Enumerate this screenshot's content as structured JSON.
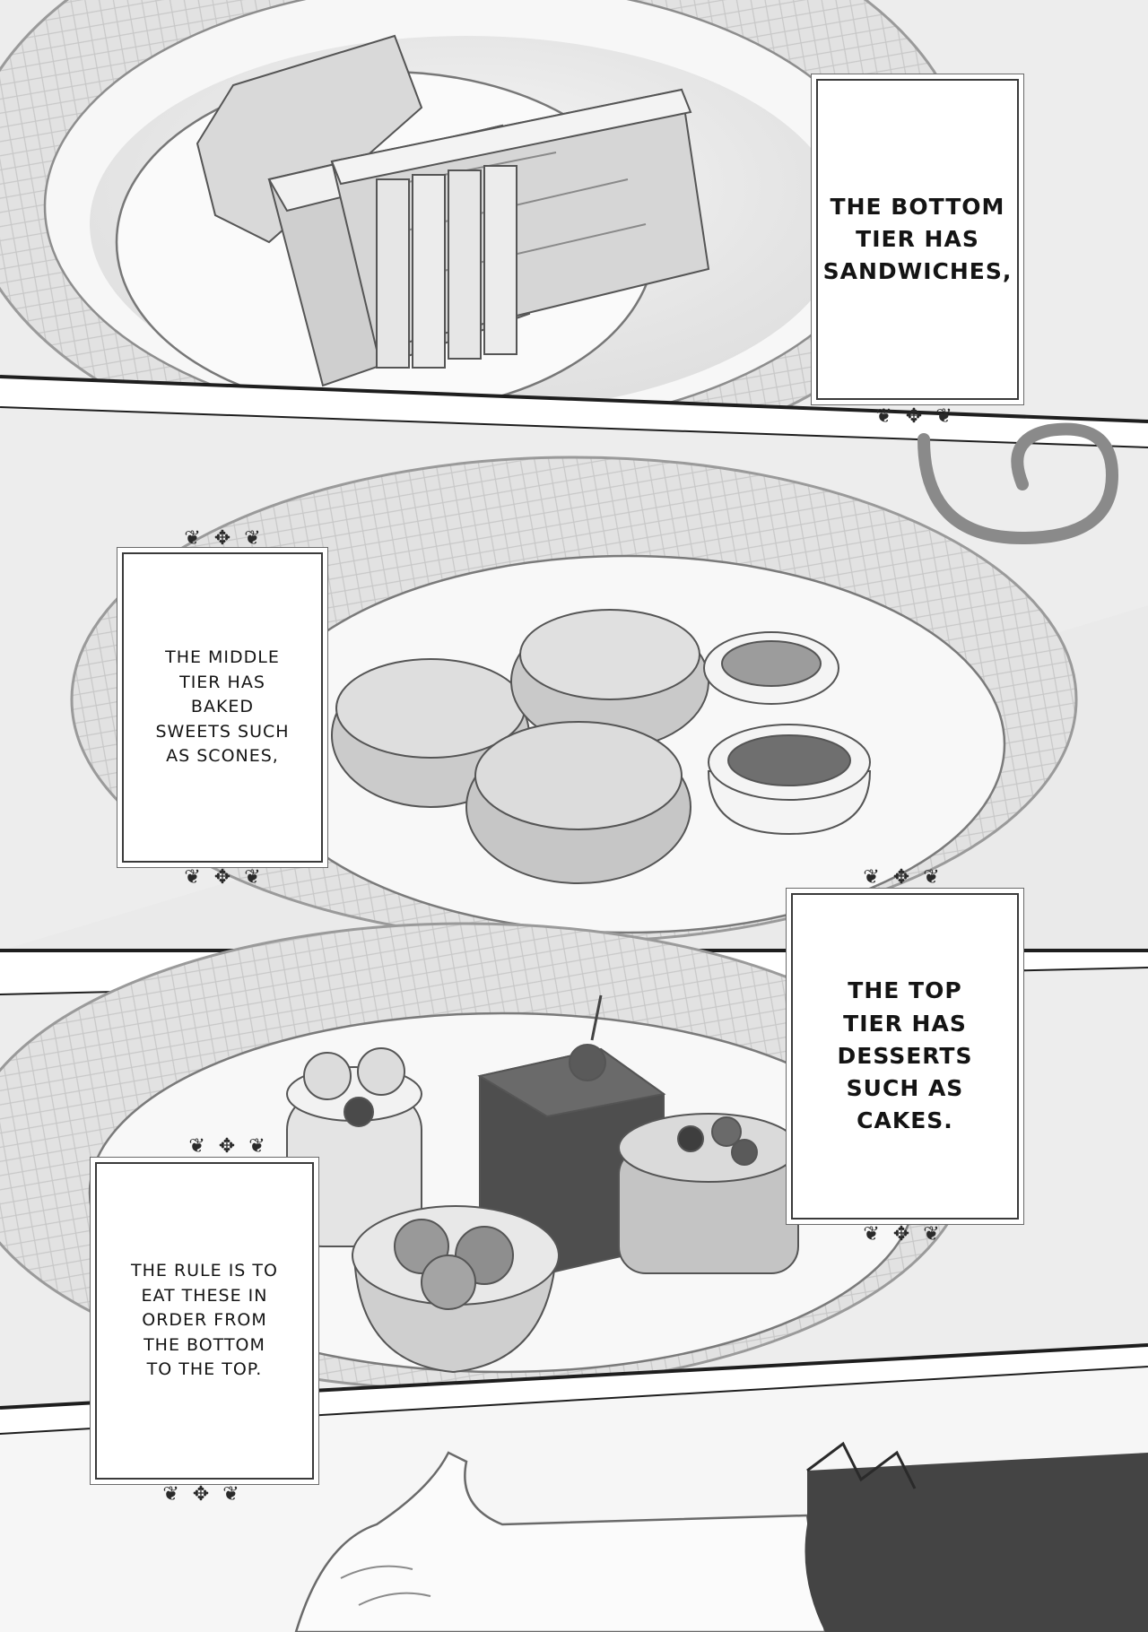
{
  "captions": {
    "bottom_tier": [
      "THE BOTTOM",
      "TIER HAS",
      "SANDWICHES,"
    ],
    "middle_tier": [
      "THE MIDDLE",
      "TIER HAS",
      "BAKED",
      "SWEETS SUCH",
      "AS SCONES,"
    ],
    "top_tier": [
      "THE TOP",
      "TIER HAS",
      "DESSERTS",
      "SUCH AS",
      "CAKES."
    ],
    "rule": [
      "THE RULE IS TO",
      "EAT THESE IN",
      "ORDER FROM",
      "THE BOTTOM",
      "TO THE TOP."
    ]
  },
  "ornament_glyph": "❦ ✥ ❦",
  "colors": {
    "page_background": "#f4f4f4",
    "panel_gutter": "#ffffff",
    "panel_border": "#1e1e1e",
    "caption_fill": "#ffffff",
    "ink": "#141414",
    "sleeve": "#444444"
  }
}
